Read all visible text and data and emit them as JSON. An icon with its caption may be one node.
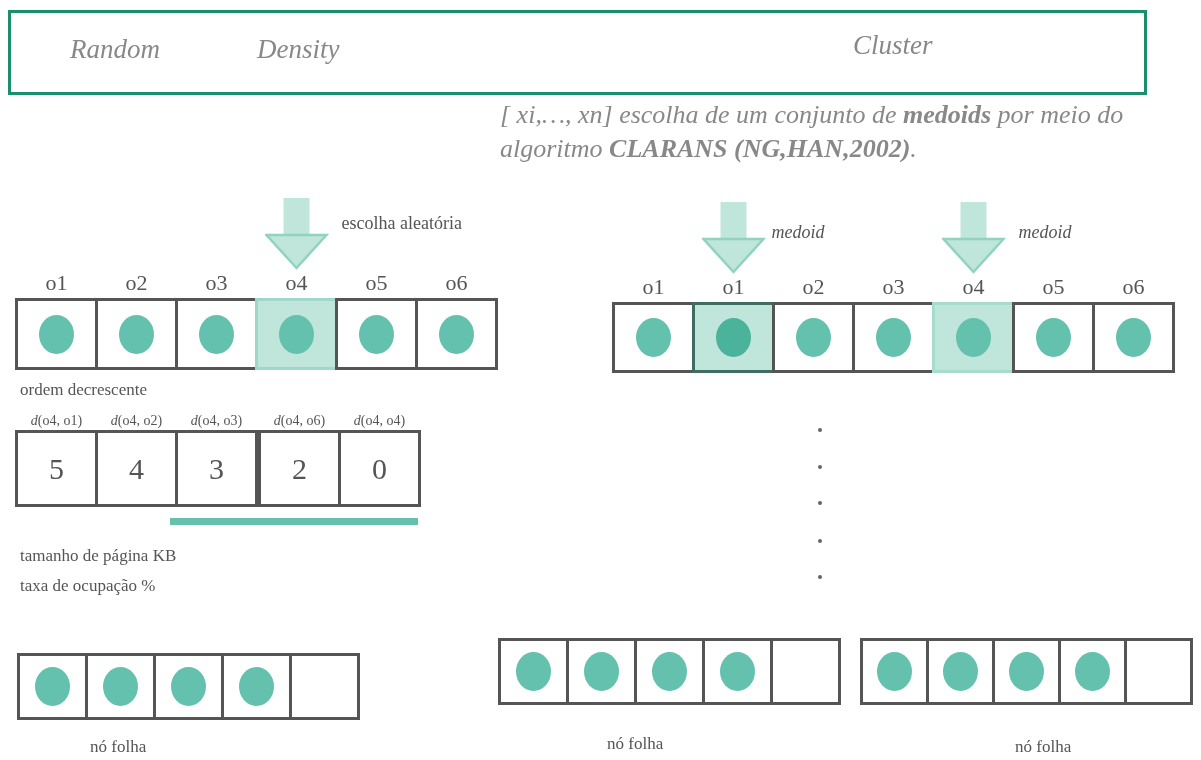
{
  "diagram": {
    "nodes": [
      {
        "text": [
          "Random",
          "Density",
          "Cluster"
        ]
      },
      {
        "text": [],
        "shape": "box",
        "beside": [
          "o1"
        ]
      },
      {
        "text": [],
        "shape": "circle",
        "in": 1
      },
      {
        "text": [],
        "shape": "box",
        "beside": [
          "o2"
        ]
      },
      {
        "text": [],
        "shape": "circle",
        "in": 3
      },
      {
        "text": [],
        "shape": "box",
        "beside": [
          "o3"
        ]
      },
      {
        "text": [],
        "shape": "circle",
        "in": 5
      },
      {
        "text": [],
        "shape": "box",
        "beside": [
          "o4"
        ]
      },
      {
        "text": [],
        "shape": "circle",
        "in": 7
      },
      {
        "text": [],
        "shape": "box",
        "beside": [
          "o5"
        ]
      },
      {
        "text": [],
        "shape": "circle",
        "in": 9
      },
      {
        "text": [],
        "shape": "box",
        "beside": [
          "o6"
        ]
      },
      {
        "text": [],
        "shape": "circle",
        "in": 11
      },
      {
        "text": [
          "5"
        ],
        "beside": [
          "*d*(o4, o1)"
        ]
      },
      {
        "text": [
          "4"
        ],
        "beside": [
          "*d*(o4, o2)"
        ]
      },
      {
        "text": [
          "3"
        ],
        "beside": [
          "*d*(o4, o3)"
        ]
      },
      {
        "text": [
          "2"
        ],
        "beside": [
          "*d*(o4, o6)"
        ]
      },
      {
        "text": [
          "0"
        ],
        "beside": [
          "*d*(o4, o4)"
        ]
      },
      {
        "text": [],
        "shape": "box"
      },
      {
        "text": [],
        "shape": "circle",
        "in": 18
      },
      {
        "text": [],
        "shape": "box"
      },
      {
        "text": [],
        "shape": "circle",
        "in": 20
      },
      {
        "text": [],
        "shape": "box"
      },
      {
        "text": [],
        "shape": "circle",
        "in": 22
      },
      {
        "text": [],
        "shape": "box"
      },
      {
        "text": [],
        "shape": "circle",
        "in": 24
      },
      {
        "text": [],
        "shape": "box"
      },
      {
        "text": [],
        "shape": "box",
        "beside": [
          "o1"
        ]
      },
      {
        "text": [],
        "shape": "circle",
        "in": 27
      },
      {
        "text": [],
        "shape": "box",
        "beside": [
          "o1"
        ]
      },
      {
        "text": [],
        "shape": "circle",
        "in": 29
      },
      {
        "text": [],
        "shape": "box",
        "beside": [
          "o2"
        ]
      },
      {
        "text": [],
        "shape": "circle",
        "in": 31
      },
      {
        "text": [],
        "shape": "box",
        "beside": [
          "o3"
        ]
      },
      {
        "text": [],
        "shape": "circle",
        "in": 33
      },
      {
        "text": [],
        "shape": "box",
        "beside": [
          "o4"
        ]
      },
      {
        "text": [],
        "shape": "circle",
        "in": 35
      },
      {
        "text": [],
        "shape": "box",
        "beside": [
          "o5"
        ]
      },
      {
        "text": [],
        "shape": "circle",
        "in": 37
      },
      {
        "text": [],
        "shape": "box",
        "beside": [
          "o6"
        ]
      },
      {
        "text": [],
        "shape": "circle",
        "in": 39
      },
      {
        "text": [],
        "shape": "box"
      },
      {
        "text": [],
        "shape": "circle",
        "in": 41
      },
      {
        "text": [],
        "shape": "box"
      },
      {
        "text": [],
        "shape": "circle",
        "in": 43
      },
      {
        "text": [],
        "shape": "box"
      },
      {
        "text": [],
        "shape": "circle",
        "in": 45
      },
      {
        "text": [],
        "shape": "box"
      },
      {
        "text": [],
        "shape": "circle",
        "in": 47
      },
      {
        "text": [],
        "shape": "box"
      },
      {
        "text": [],
        "shape": "box"
      },
      {
        "text": [],
        "shape": "circle",
        "in": 50
      },
      {
        "text": [],
        "shape": "box"
      },
      {
        "text": [],
        "shape": "circle",
        "in": 52
      },
      {
        "text": [],
        "shape": "box"
      },
      {
        "text": [],
        "shape": "circle",
        "in": 54
      },
      {
        "text": [],
        "shape": "box"
      },
      {
        "text": [],
        "shape": "circle",
        "in": 56
      },
      {
        "text": [],
        "shape": "box"
      }
    ],
    "edges": [
      {
        "from": null,
        "to": 7,
        "arrow": "to",
        "label": "escolha aleatória",
        "style": "thick"
      },
      {
        "from": null,
        "to": 29,
        "arrow": "to",
        "label": "medoid",
        "style": "thick"
      },
      {
        "from": null,
        "to": 35,
        "arrow": "to",
        "label": "medoid",
        "style": "thick"
      }
    ],
    "labels": [
      "[ xi,…, xn]  escolha de um conjunto de **medoids** por meio do algoritmo **CLARANS** **(NG,HAN,2002)**.",
      "ordem decrescente",
      "tamanho  de página KB",
      "taxa de ocupação %",
      "nó folha",
      "nó folha",
      "nó folha"
    ]
  }
}
